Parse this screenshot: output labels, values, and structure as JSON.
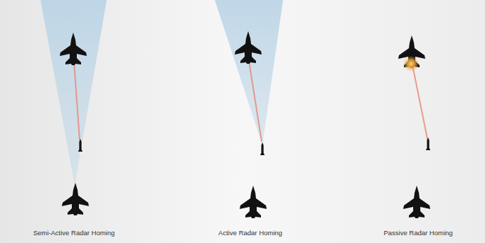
{
  "diagram": {
    "labels": [
      "Semi-Active Radar Homing",
      "Active Radar Homing",
      "Passive Radar Homing"
    ]
  }
}
